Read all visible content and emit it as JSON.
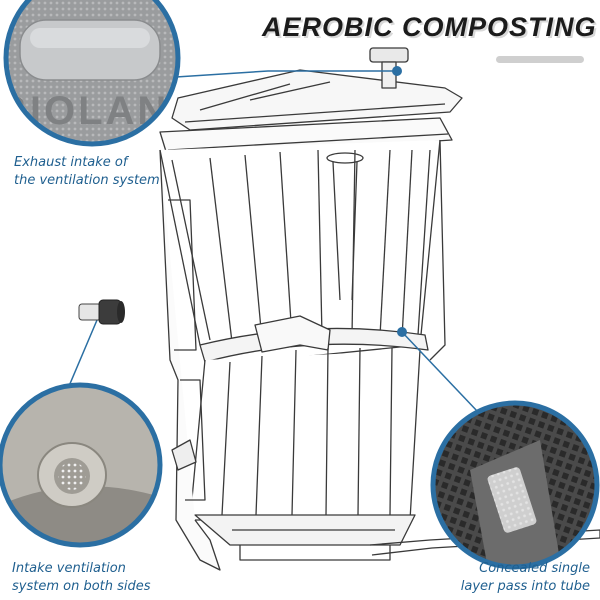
{
  "title": "AEROBIC COMPOSTING",
  "callouts": {
    "exhaust": {
      "line1": "Exhaust intake of",
      "line2": "the ventilation system"
    },
    "intake": {
      "line1": "Intake ventilation",
      "line2": "system on both sides"
    },
    "concealed": {
      "line1": "Concealed single",
      "line2": "layer pass into tube"
    }
  },
  "photo_lettering": "BIOLAN",
  "colors": {
    "accent": "#1f5f8f",
    "callout_ring": "#2b6fa3",
    "title": "#1b1b1b"
  }
}
